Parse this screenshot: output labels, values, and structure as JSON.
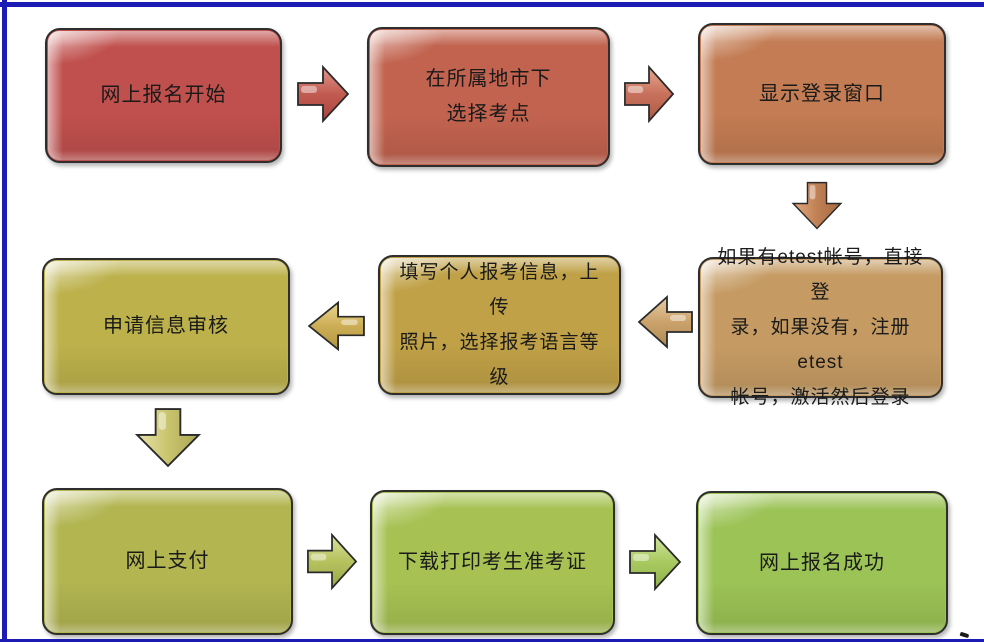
{
  "frame": {
    "border_color": "#1c1cb4",
    "background": "#ffffff"
  },
  "flowchart": {
    "nodes": [
      {
        "id": "start",
        "label": "网上报名开始",
        "fill": "#C0504D"
      },
      {
        "id": "select-site",
        "label": "在所属地市下\n选择考点",
        "fill": "#C2634F"
      },
      {
        "id": "login-window",
        "label": "显示登录窗口",
        "fill": "#C37C53"
      },
      {
        "id": "etest-account",
        "label": "如果有etest帐号，直接登\n录，如果没有，注册etest\n帐号，激活然后登录",
        "fill": "#C59B63"
      },
      {
        "id": "fill-info",
        "label": "填写个人报考信息，上传\n照片，选择报考语言等级",
        "fill": "#C0A147"
      },
      {
        "id": "review",
        "label": "申请信息审核",
        "fill": "#BCB14B"
      },
      {
        "id": "pay",
        "label": "网上支付",
        "fill": "#B2B550"
      },
      {
        "id": "print-ticket",
        "label": "下载打印考生准考证",
        "fill": "#A7C253"
      },
      {
        "id": "success",
        "label": "网上报名成功",
        "fill": "#9BC355"
      }
    ],
    "arrows": [
      {
        "from": "start",
        "to": "select-site",
        "direction": "right",
        "light": "#E0968C",
        "color": "#C25B52",
        "dark": "#A8443E"
      },
      {
        "from": "select-site",
        "to": "login-window",
        "direction": "right",
        "light": "#E6A690",
        "color": "#C8715C",
        "dark": "#AE5A46"
      },
      {
        "from": "login-window",
        "to": "etest-account",
        "direction": "down",
        "light": "#E2A87E",
        "color": "#C08055",
        "dark": "#A66A42"
      },
      {
        "from": "etest-account",
        "to": "fill-info",
        "direction": "left",
        "light": "#E9CDA6",
        "color": "#CBA26B",
        "dark": "#B18A54"
      },
      {
        "from": "fill-info",
        "to": "review",
        "direction": "left",
        "light": "#E9D694",
        "color": "#CCAE55",
        "dark": "#B29542"
      },
      {
        "from": "review",
        "to": "pay",
        "direction": "down",
        "light": "#E7E2A8",
        "color": "#C9C46E",
        "dark": "#ABA656"
      },
      {
        "from": "pay",
        "to": "print-ticket",
        "direction": "right",
        "light": "#D9E19A",
        "color": "#B5C25E",
        "dark": "#9BA848"
      },
      {
        "from": "print-ticket",
        "to": "success",
        "direction": "right",
        "light": "#D0E5A0",
        "color": "#A9CA60",
        "dark": "#8FB04A"
      }
    ]
  }
}
